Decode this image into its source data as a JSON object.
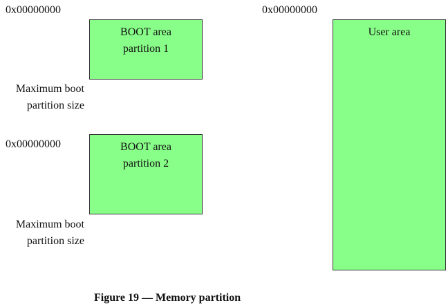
{
  "diagram": {
    "boot1": {
      "start_address": "0x00000000",
      "title_line1": "BOOT area",
      "title_line2": "partition 1",
      "size_label_line1": "Maximum boot",
      "size_label_line2": "partition size"
    },
    "boot2": {
      "start_address": "0x00000000",
      "title_line1": "BOOT area",
      "title_line2": "partition 2",
      "size_label_line1": "Maximum boot",
      "size_label_line2": "partition size"
    },
    "user": {
      "start_address": "0x00000000",
      "title": "User area"
    },
    "caption": "Figure 19 — Memory partition",
    "box_fill": "#88ff88"
  }
}
